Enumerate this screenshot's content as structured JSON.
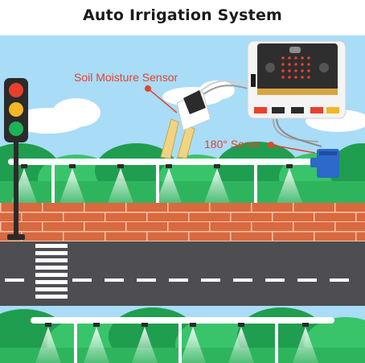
{
  "title": "Auto Irrigation System",
  "labels": {
    "soil_moisture_sensor": "Soil Moisture Sensor",
    "servo": "180° Servo"
  },
  "colors": {
    "sky": "#a9dcf7",
    "cloud": "#ffffff",
    "bush_dark": "#1f9e4f",
    "bush_light": "#39c46a",
    "brick": "#d9693f",
    "road": "#4d4d52",
    "label": "#e0452f",
    "servo": "#2c69c9",
    "pipe": "#ffffff"
  },
  "icons": [
    "traffic-light-icon",
    "microbit-board-icon",
    "soil-moisture-sensor-icon",
    "servo-motor-icon",
    "sprinkler-icon"
  ]
}
